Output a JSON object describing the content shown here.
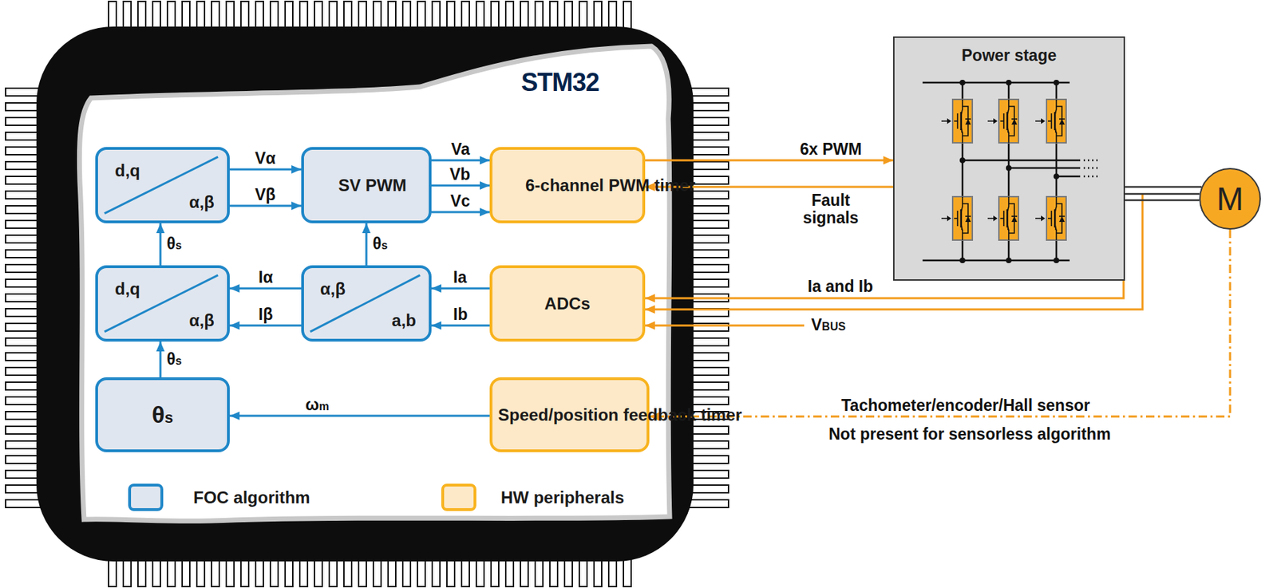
{
  "diagram": {
    "nodes": [
      {
        "text": [
          "STM32"
        ]
      },
      {
        "text": [
          "d,q",
          "α,β"
        ],
        "in": 0
      },
      {
        "text": [
          "SV PWM"
        ],
        "in": 0
      },
      {
        "text": [
          "6-channel PWM timer"
        ],
        "in": 0
      },
      {
        "text": [
          "d,q",
          "α,β"
        ],
        "in": 0
      },
      {
        "text": [
          "α,β",
          "a,b"
        ],
        "in": 0
      },
      {
        "text": [
          "ADCs"
        ],
        "in": 0
      },
      {
        "text": [
          "θs"
        ],
        "in": 0
      },
      {
        "text": [
          "Speed/position feedback timer"
        ],
        "in": 0
      },
      {
        "text": [
          "Power stage"
        ]
      },
      {
        "text": [
          "M"
        ]
      }
    ],
    "edges": [
      {
        "from": 1,
        "to": 2,
        "label": "Vα",
        "arrow": "to"
      },
      {
        "from": 1,
        "to": 2,
        "label": "Vβ",
        "arrow": "to"
      },
      {
        "from": 2,
        "to": 3,
        "label": "Va",
        "arrow": "to"
      },
      {
        "from": 2,
        "to": 3,
        "label": "Vb",
        "arrow": "to"
      },
      {
        "from": 2,
        "to": 3,
        "label": "Vc",
        "arrow": "to"
      },
      {
        "from": 3,
        "to": 9,
        "label": "6x PWM",
        "arrow": "to"
      },
      {
        "from": 9,
        "to": 3,
        "label": "Fault signals",
        "arrow": "to"
      },
      {
        "from": 4,
        "to": 1,
        "label": "θs",
        "arrow": "to"
      },
      {
        "from": 5,
        "to": 2,
        "label": "θs",
        "arrow": "to"
      },
      {
        "from": 6,
        "to": 5,
        "label": "Ia",
        "arrow": "to"
      },
      {
        "from": 6,
        "to": 5,
        "label": "Ib",
        "arrow": "to"
      },
      {
        "from": 5,
        "to": 4,
        "label": "Iα",
        "arrow": "to"
      },
      {
        "from": 5,
        "to": 4,
        "label": "Iβ",
        "arrow": "to"
      },
      {
        "from": 7,
        "to": 4,
        "label": "θs",
        "arrow": "to"
      },
      {
        "from": 8,
        "to": 7,
        "label": "ωm",
        "arrow": "to"
      },
      {
        "from": 9,
        "to": 10,
        "arrow": "none"
      },
      {
        "from": 10,
        "to": 8,
        "label": "Tachometer/encoder/Hall sensor",
        "arrow": "to"
      }
    ],
    "labels": [
      "Ia and Ib",
      "VBUS",
      "Not present for sensorless algorithm"
    ],
    "legend": [
      {
        "text": "FOC algorithm",
        "color": "#1f87c8"
      },
      {
        "text": "HW peripherals",
        "color": "#f8b31f"
      }
    ]
  }
}
